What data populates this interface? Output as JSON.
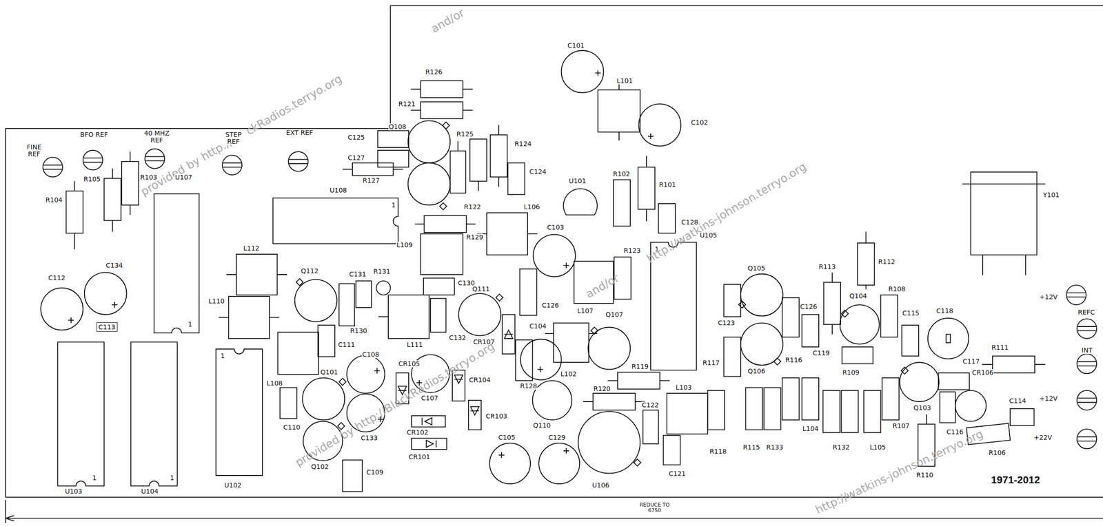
{
  "diagram": {
    "nodes": [
      {
        "text": [
          "C113"
        ]
      }
    ],
    "labels": [
      "and/or",
      "provided by http://BlackRadios.terryo.org",
      "C101",
      "L101",
      "C102",
      "R126",
      "R121",
      "Q108",
      "C125",
      "C127",
      "R127",
      "R125",
      "R124",
      "C124",
      "R122",
      "U108",
      "1",
      "FINE REF",
      "BFO REF",
      "40 MHZ REF",
      "STEP REF",
      "EXT REF",
      "R105",
      "R103",
      "U107",
      "R104",
      "1",
      "C112",
      "C134",
      "U103",
      "1",
      "U104",
      "1",
      "U102",
      "1",
      "L112",
      "L110",
      "L108",
      "Q112",
      "C131",
      "R131",
      "R130",
      "C130",
      "L109",
      "R129",
      "L106",
      "U101",
      "R102",
      "R101",
      "C128",
      "R123",
      "1",
      "U105",
      "C103",
      "C126",
      "L107",
      "Q111",
      "C111",
      "L111",
      "C132",
      "C108",
      "CR105",
      "C104",
      "CR107",
      "R128",
      "L102",
      "Q107",
      "Q101",
      "C107",
      "CR104",
      "CR103",
      "C110",
      "C133",
      "CR102",
      "CR101",
      "Q102",
      "C109",
      "C105",
      "C129",
      "Q110",
      "R119",
      "R120",
      "C122",
      "U106",
      "C121",
      "L103",
      "R118",
      "C123",
      "R117",
      "Q105",
      "Q106",
      "R116",
      "C126",
      "C119",
      "R113",
      "R112",
      "Q104",
      "R108",
      "C115",
      "C118",
      "R109",
      "L104",
      "R132",
      "R115",
      "R133",
      "L105",
      "R107",
      "Q103",
      "C117",
      "CR106",
      "C114",
      "C116",
      "R106",
      "R110",
      "R111",
      "Y101",
      "+12V",
      "REFC",
      "INT",
      "+12V",
      "+22V",
      "1971-2012",
      "REDUCE TO 6750",
      "provided by http://BlackRadios.terryo.org",
      "http://watkins-johnson.terryo.org",
      "http://watkins-johnson.terryo.org",
      "and/or"
    ]
  }
}
